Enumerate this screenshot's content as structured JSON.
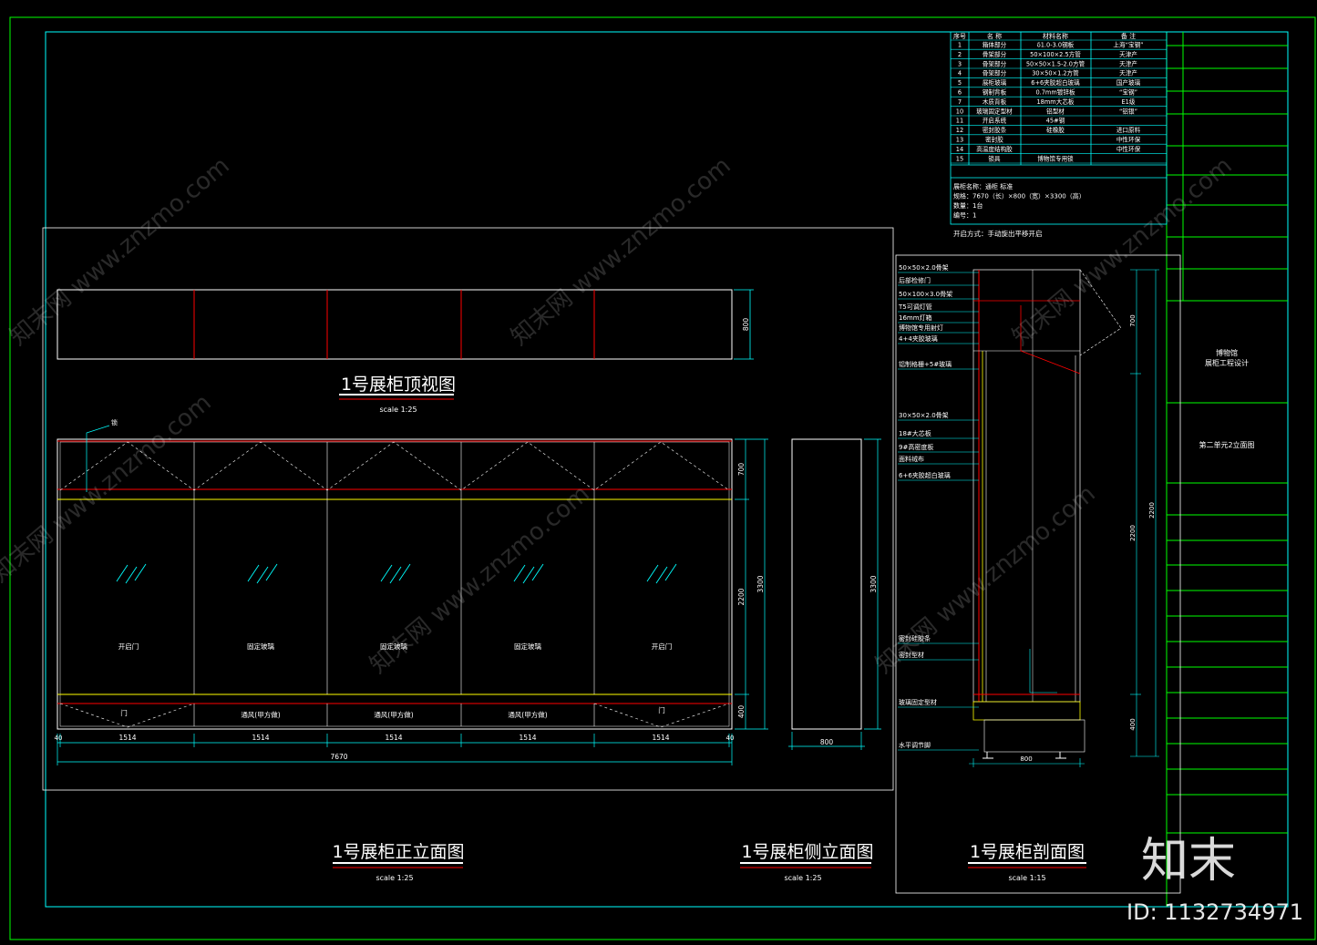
{
  "materials": {
    "headers": [
      "序号",
      "名 称",
      "材料名称",
      "备 注"
    ],
    "rows": [
      [
        "1",
        "箱体部分",
        "δ1.0-3.0钢板",
        "上海“宝钢”"
      ],
      [
        "2",
        "骨架部分",
        "50×100×2.5方管",
        "天津产"
      ],
      [
        "3",
        "骨架部分",
        "50×50×1.5-2.0方管",
        "天津产"
      ],
      [
        "4",
        "骨架部分",
        "30×50×1.2方管",
        "天津产"
      ],
      [
        "5",
        "展柜玻璃",
        "6+6夹胶超白玻璃",
        "国产玻璃"
      ],
      [
        "6",
        "钢制背板",
        "0.7mm镀锌板",
        "“宝钢”"
      ],
      [
        "7",
        "木质背板",
        "18mm大芯板",
        "E1级"
      ],
      [
        "10",
        "玻璃固定型材",
        "铝型材",
        "“铝银”"
      ],
      [
        "11",
        "开启系统",
        "45#钢",
        ""
      ],
      [
        "12",
        "密封胶条",
        "硅橡胶",
        "进口原料"
      ],
      [
        "13",
        "密封胶",
        "",
        "中性环保"
      ],
      [
        "14",
        "高温度结构胶",
        "",
        "中性环保"
      ],
      [
        "15",
        "锁具",
        "博物馆专用锁",
        ""
      ]
    ],
    "info": [
      "展柜名称：通柜 标准",
      "规格：7670（长）×800（宽）×3300（高）",
      "数量：1台",
      "编号：1"
    ],
    "open_method": "开启方式：手动旋出平移开启"
  },
  "title_block": {
    "project": "博物馆",
    "project_sub": "展柜工程设计",
    "drawing": "第二单元2立面图"
  },
  "top_view": {
    "title": "1号展柜顶视图",
    "scale": "scale 1:25",
    "dim_depth": "800"
  },
  "front_view": {
    "title": "1号展柜正立面图",
    "scale": "scale 1:25",
    "lock_label": "锁",
    "panels": [
      "开启门",
      "固定玻璃",
      "固定玻璃",
      "固定玻璃",
      "开启门"
    ],
    "base_labels": [
      "门",
      "通风(甲方做)",
      "通风(甲方做)",
      "通风(甲方做)",
      "门"
    ],
    "bay_widths": [
      "1514",
      "1514",
      "1514",
      "1514",
      "1514"
    ],
    "edge_dims": [
      "40",
      "40"
    ],
    "total_width": "7670",
    "heights": [
      "700",
      "2200",
      "400"
    ],
    "total_height": "3300"
  },
  "side_view": {
    "title": "1号展柜侧立面图",
    "scale": "scale 1:25",
    "height": "3300",
    "width": "800"
  },
  "section_view": {
    "title": "1号展柜剖面图",
    "scale": "scale 1:15",
    "callouts": [
      "50×50×2.0骨架",
      "后部检修门",
      "50×100×3.0骨架",
      "T5可调灯管",
      "16mm灯箱",
      "博物馆专用射灯",
      "4+4夹胶玻璃",
      "铝制格栅+5#玻璃",
      "30×50×2.0骨架",
      "18#大芯板",
      "9#高密度板",
      "面料绒布",
      "6+6夹胶超白玻璃",
      "密封硅胶条",
      "密封型材",
      "玻璃固定型材",
      "水平调节脚"
    ],
    "dims_right": [
      "700",
      "2200",
      "400"
    ],
    "dims_right2": [
      "2200"
    ],
    "bottom_dim": "800"
  },
  "watermarks": {
    "site": "知末网 www.znzmo.com",
    "logo": "知末",
    "id": "ID: 1132734971"
  },
  "colors": {
    "background": "#000000",
    "cyan": "#00ffff",
    "white": "#ffffff",
    "red": "#ff0000",
    "yellow": "#ffff00",
    "green": "#00ff00"
  }
}
